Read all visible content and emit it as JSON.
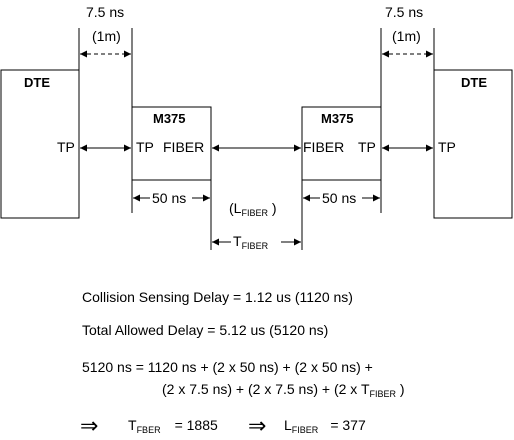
{
  "colors": {
    "stroke": "#000000",
    "background": "#ffffff"
  },
  "timing": {
    "left_delay": "7.5 ns",
    "left_length": "(1m)",
    "right_delay": "7.5 ns",
    "right_length": "(1m)",
    "left_module_delay": "50 ns",
    "right_module_delay": "50 ns",
    "fiber_length": {
      "prefix": "(L",
      "sub": "FIBER",
      "suffix": " )"
    },
    "fiber_time": {
      "prefix": "T",
      "sub": "FIBER"
    }
  },
  "blocks": {
    "dte_left": {
      "title": "DTE",
      "port": "TP"
    },
    "m375_left": {
      "title": "M375",
      "port_a": "TP",
      "port_b": "FIBER"
    },
    "m375_right": {
      "title": "M375",
      "port_a": "FIBER",
      "port_b": "TP"
    },
    "dte_right": {
      "title": "DTE",
      "port": "TP"
    }
  },
  "equations": {
    "collision": "Collision Sensing Delay = 1.12 us (1120 ns)",
    "total": "Total Allowed Delay = 5.12 us (5120 ns)",
    "budget_line1": "5120 ns = 1120 ns + (2 x 50 ns) + (2 x 50 ns) +",
    "budget_line2_prefix": "(2 x 7.5 ns) + (2 x 7.5 ns) + (2 x T",
    "budget_line2_sub": "FIBER",
    "budget_line2_suffix": "  )",
    "arrow_symbol": "⇒",
    "result_t": {
      "prefix": "T",
      "sub": "FBER",
      "value": "= 1885"
    },
    "result_l": {
      "prefix": "L",
      "sub": "FIBER",
      "value": "= 377"
    }
  }
}
